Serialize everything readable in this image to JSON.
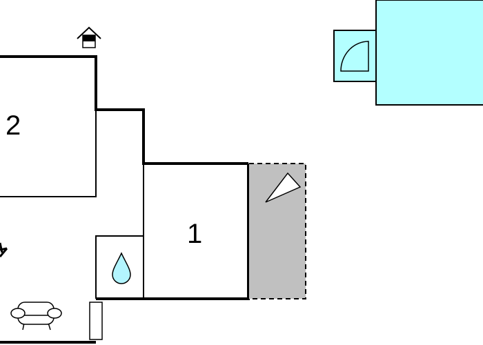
{
  "diagram": {
    "type": "floor-plan",
    "rooms": [
      {
        "id": "room-1",
        "label": "1"
      },
      {
        "id": "room-2",
        "label": "2"
      }
    ],
    "icons": [
      {
        "name": "house-entrance-icon"
      },
      {
        "name": "shower-corner-icon"
      },
      {
        "name": "water-drop-icon"
      },
      {
        "name": "sofa-icon"
      },
      {
        "name": "radiator-icon"
      },
      {
        "name": "terrace-sail-icon"
      },
      {
        "name": "plant-icon"
      }
    ],
    "colors": {
      "wall": "#000000",
      "pool": "#b3ffff",
      "terrace": "#c0c0c0",
      "water_drop": "#b3f5ff",
      "background": "#ffffff"
    }
  }
}
